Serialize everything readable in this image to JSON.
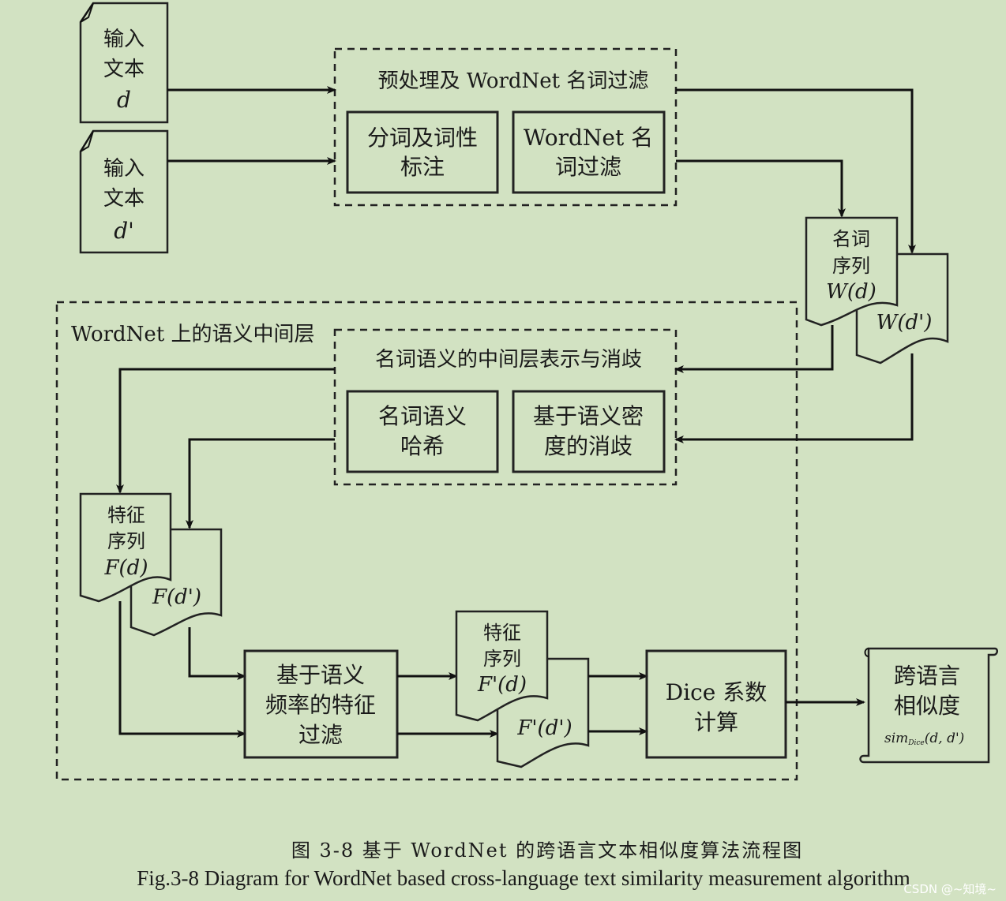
{
  "diagram": {
    "inputs": {
      "d": {
        "l1": "输入",
        "l2": "文本",
        "var": "d"
      },
      "dprime": {
        "l1": "输入",
        "l2": "文本",
        "var": "d'"
      }
    },
    "preprocess": {
      "title": "预处理及 WordNet 名词过滤",
      "tokenize": {
        "l1": "分词及词性",
        "l2": "标注"
      },
      "filter": {
        "l1": "WordNet 名",
        "l2": "词过滤"
      }
    },
    "noun_seq": {
      "l1": "名词",
      "l2": "序列",
      "w1": "W(d)",
      "w2": "W(d')"
    },
    "middle_layer": {
      "title": "WordNet 上的语义中间层",
      "repr_title": "名词语义的中间层表示与消歧",
      "hash": {
        "l1": "名词语义",
        "l2": "哈希"
      },
      "disamb": {
        "l1": "基于语义密",
        "l2": "度的消歧"
      }
    },
    "feat_seq": {
      "l1": "特征",
      "l2": "序列",
      "f1": "F(d)",
      "f2": "F(d')"
    },
    "freq_filter": {
      "l1": "基于语义",
      "l2": "频率的特征",
      "l3": "过滤"
    },
    "feat_seq2": {
      "l1": "特征",
      "l2": "序列",
      "f1": "F'(d)",
      "f2": "F'(d')"
    },
    "dice": {
      "l1": "Dice 系数",
      "l2": "计算"
    },
    "result": {
      "l1": "跨语言",
      "l2": "相似度",
      "formula": "sim",
      "sub": "Dice",
      "args": "(d, d')"
    }
  },
  "caption": {
    "cn": "图 3-8  基于 WordNet 的跨语言文本相似度算法流程图",
    "en": "Fig.3-8 Diagram for WordNet based cross-language text similarity measurement algorithm"
  },
  "watermark": "CSDN @~知境~",
  "colors": {
    "background": "#d2e2c2",
    "stroke": "#222222"
  }
}
